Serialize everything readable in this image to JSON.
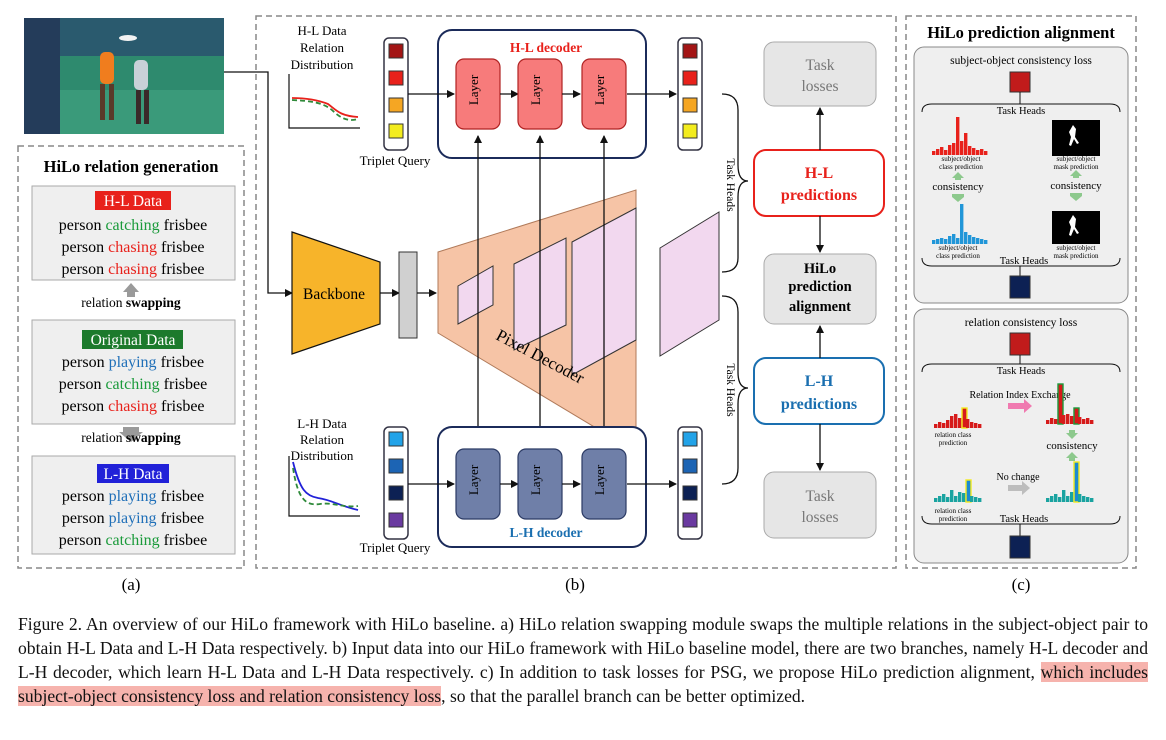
{
  "panel_a": {
    "title": "HiLo relation generation",
    "hl_box": {
      "label": "H-L Data",
      "label_color": "#e8211b",
      "rows": [
        {
          "s": "person",
          "r": "catching",
          "o": "frisbee",
          "rc": "#1a9a3a"
        },
        {
          "s": "person",
          "r": "chasing",
          "o": "frisbee",
          "rc": "#e8211b"
        },
        {
          "s": "person",
          "r": "chasing",
          "o": "frisbee",
          "rc": "#e8211b"
        }
      ]
    },
    "swap_label_1": [
      "relation ",
      "swapping"
    ],
    "orig_box": {
      "label": "Original Data",
      "label_color": "#1c7a2c",
      "rows": [
        {
          "s": "person",
          "r": "playing",
          "o": "frisbee",
          "rc": "#1f6fb8"
        },
        {
          "s": "person",
          "r": "catching",
          "o": "frisbee",
          "rc": "#1a9a3a"
        },
        {
          "s": "person",
          "r": "chasing",
          "o": "frisbee",
          "rc": "#e8211b"
        }
      ]
    },
    "swap_label_2": [
      "relation ",
      "swapping"
    ],
    "lh_box": {
      "label": "L-H Data",
      "label_color": "#2121d8",
      "rows": [
        {
          "s": "person",
          "r": "playing",
          "o": "frisbee",
          "rc": "#1f6fb8"
        },
        {
          "s": "person",
          "r": "playing",
          "o": "frisbee",
          "rc": "#1f6fb8"
        },
        {
          "s": "person",
          "r": "catching",
          "o": "frisbee",
          "rc": "#1a9a3a"
        }
      ]
    },
    "sub_label": "(a)"
  },
  "panel_b": {
    "hl_dist": [
      "H-L Data",
      "Relation",
      "Distribution"
    ],
    "lh_dist": [
      "L-H Data",
      "Relation",
      "Distribution"
    ],
    "triplet_query": "Triplet Query",
    "hl_decoder": "H-L decoder",
    "lh_decoder": "L-H decoder",
    "layer": "Layer",
    "backbone": "Backbone",
    "pixel_decoder": "Pixel Decoder",
    "task_heads": "Task Heads",
    "task_losses": [
      "Task",
      "losses"
    ],
    "hl_pred": [
      "H-L",
      "predictions"
    ],
    "lh_pred": [
      "L-H",
      "predictions"
    ],
    "align": [
      "HiLo",
      "prediction",
      "alignment"
    ],
    "sub_label": "(b)",
    "colors": {
      "hl": "#e8211b",
      "lh": "#1a6fb0",
      "pixel": "#f6c4a6",
      "backbone": "#f7b42a"
    }
  },
  "panel_c": {
    "title": "HiLo prediction alignment",
    "so_loss": "subject-object consistency loss",
    "task_heads": "Task Heads",
    "cls_pred": [
      "subject/object",
      "class prediction"
    ],
    "mask_pred": [
      "subject/object",
      "mask prediction"
    ],
    "consistency": "consistency",
    "rel_loss": "relation consistency loss",
    "rel_exchange": "Relation Index Exchange",
    "rel_cls_pred": [
      "relation class",
      "prediction"
    ],
    "no_change": "No change",
    "sub_label": "(c)"
  },
  "caption": {
    "part1": "Figure 2. An overview of our HiLo framework with HiLo baseline. a) HiLo relation swapping module swaps the multiple relations in the subject-object pair to obtain H-L Data and L-H Data respectively. b) Input data into our HiLo framework with HiLo baseline model, there are two branches, namely H-L decoder and L-H decoder, which learn H-L Data and L-H Data respectively. c) In addition to task losses for PSG, we propose HiLo prediction alignment, ",
    "highlight": "which includes subject-object consistency loss and relation consistency loss",
    "part2": ", so that the parallel branch can be better optimized."
  }
}
